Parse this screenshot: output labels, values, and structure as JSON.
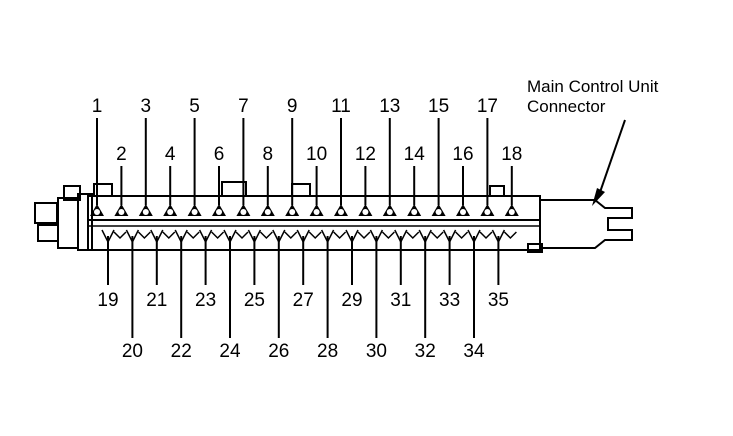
{
  "callout": {
    "line1": "Main Control Unit",
    "line2": "Connector"
  },
  "top_odd": [
    "1",
    "3",
    "5",
    "7",
    "9",
    "11",
    "13",
    "15",
    "17"
  ],
  "top_even": [
    "2",
    "4",
    "6",
    "8",
    "10",
    "12",
    "14",
    "16",
    "18"
  ],
  "bottom_odd": [
    "19",
    "21",
    "23",
    "25",
    "27",
    "29",
    "31",
    "33",
    "35"
  ],
  "bottom_even": [
    "20",
    "22",
    "24",
    "26",
    "28",
    "30",
    "32",
    "34"
  ]
}
